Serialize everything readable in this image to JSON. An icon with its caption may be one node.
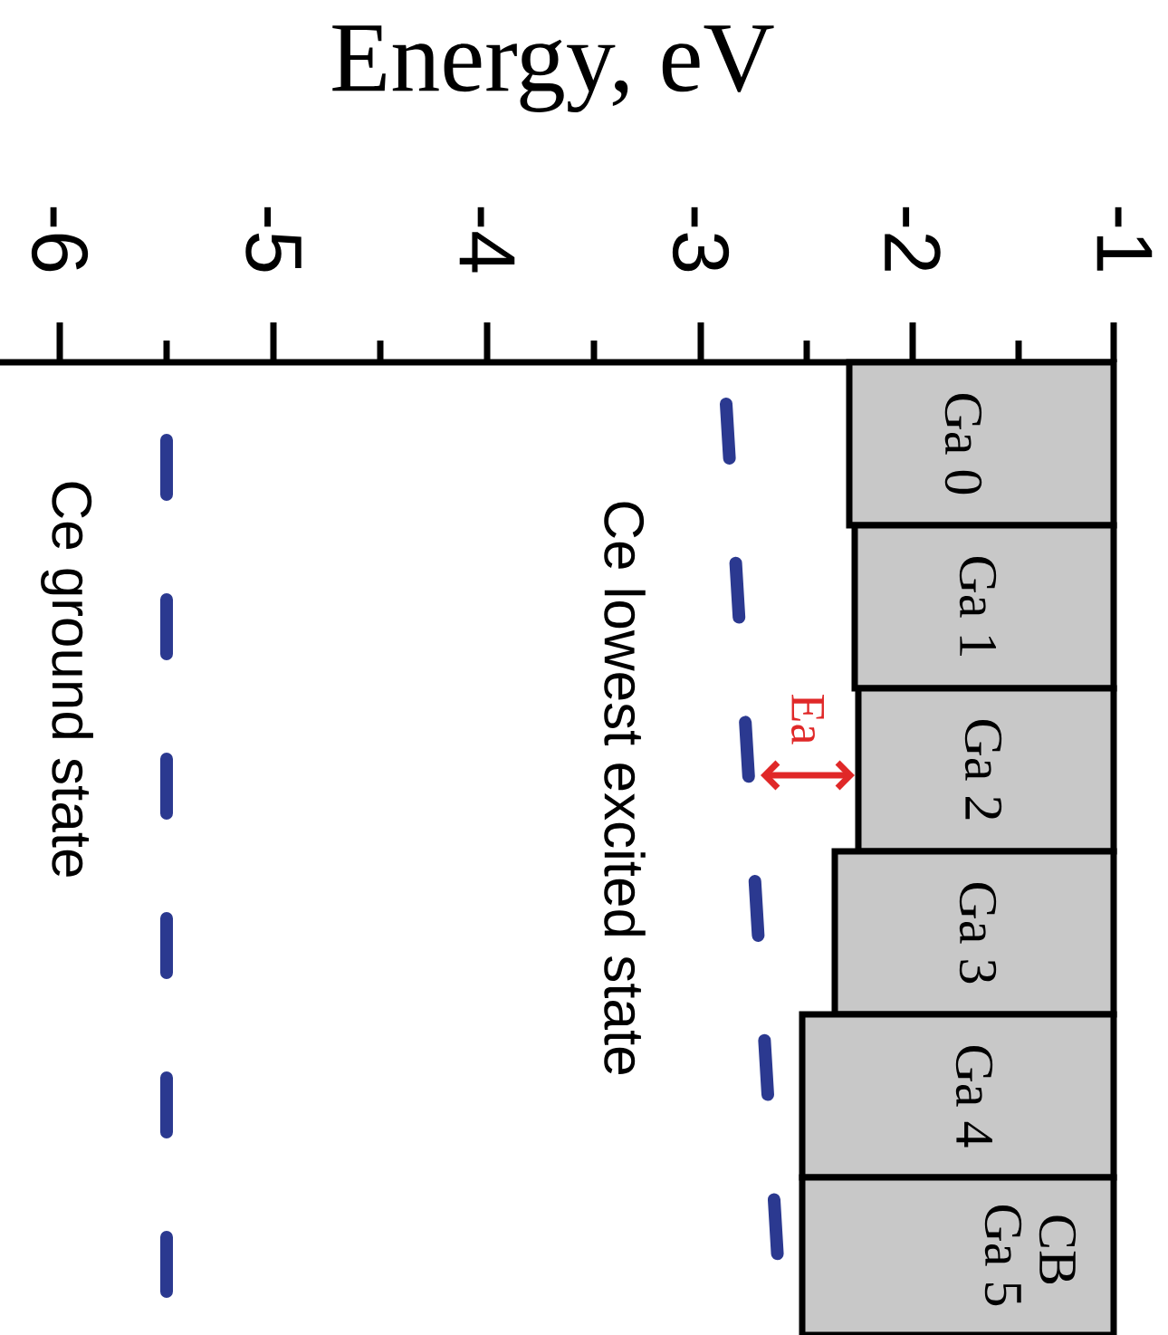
{
  "diagram": {
    "nodes": [
      {
        "text": [
          "Ga 0"
        ]
      },
      {
        "text": [
          "Ga 1"
        ]
      },
      {
        "text": [
          "Ga 2"
        ]
      },
      {
        "text": [
          "Ga 3"
        ]
      },
      {
        "text": [
          "Ga 4"
        ]
      },
      {
        "text": [
          "CB",
          "Ga 5"
        ]
      }
    ],
    "labels": [
      "Energy, eV",
      "-6",
      "-5",
      "-4",
      "-3",
      "-2",
      "-1",
      "Ce ground state",
      "Ce lowest excited state",
      "Ea"
    ]
  }
}
